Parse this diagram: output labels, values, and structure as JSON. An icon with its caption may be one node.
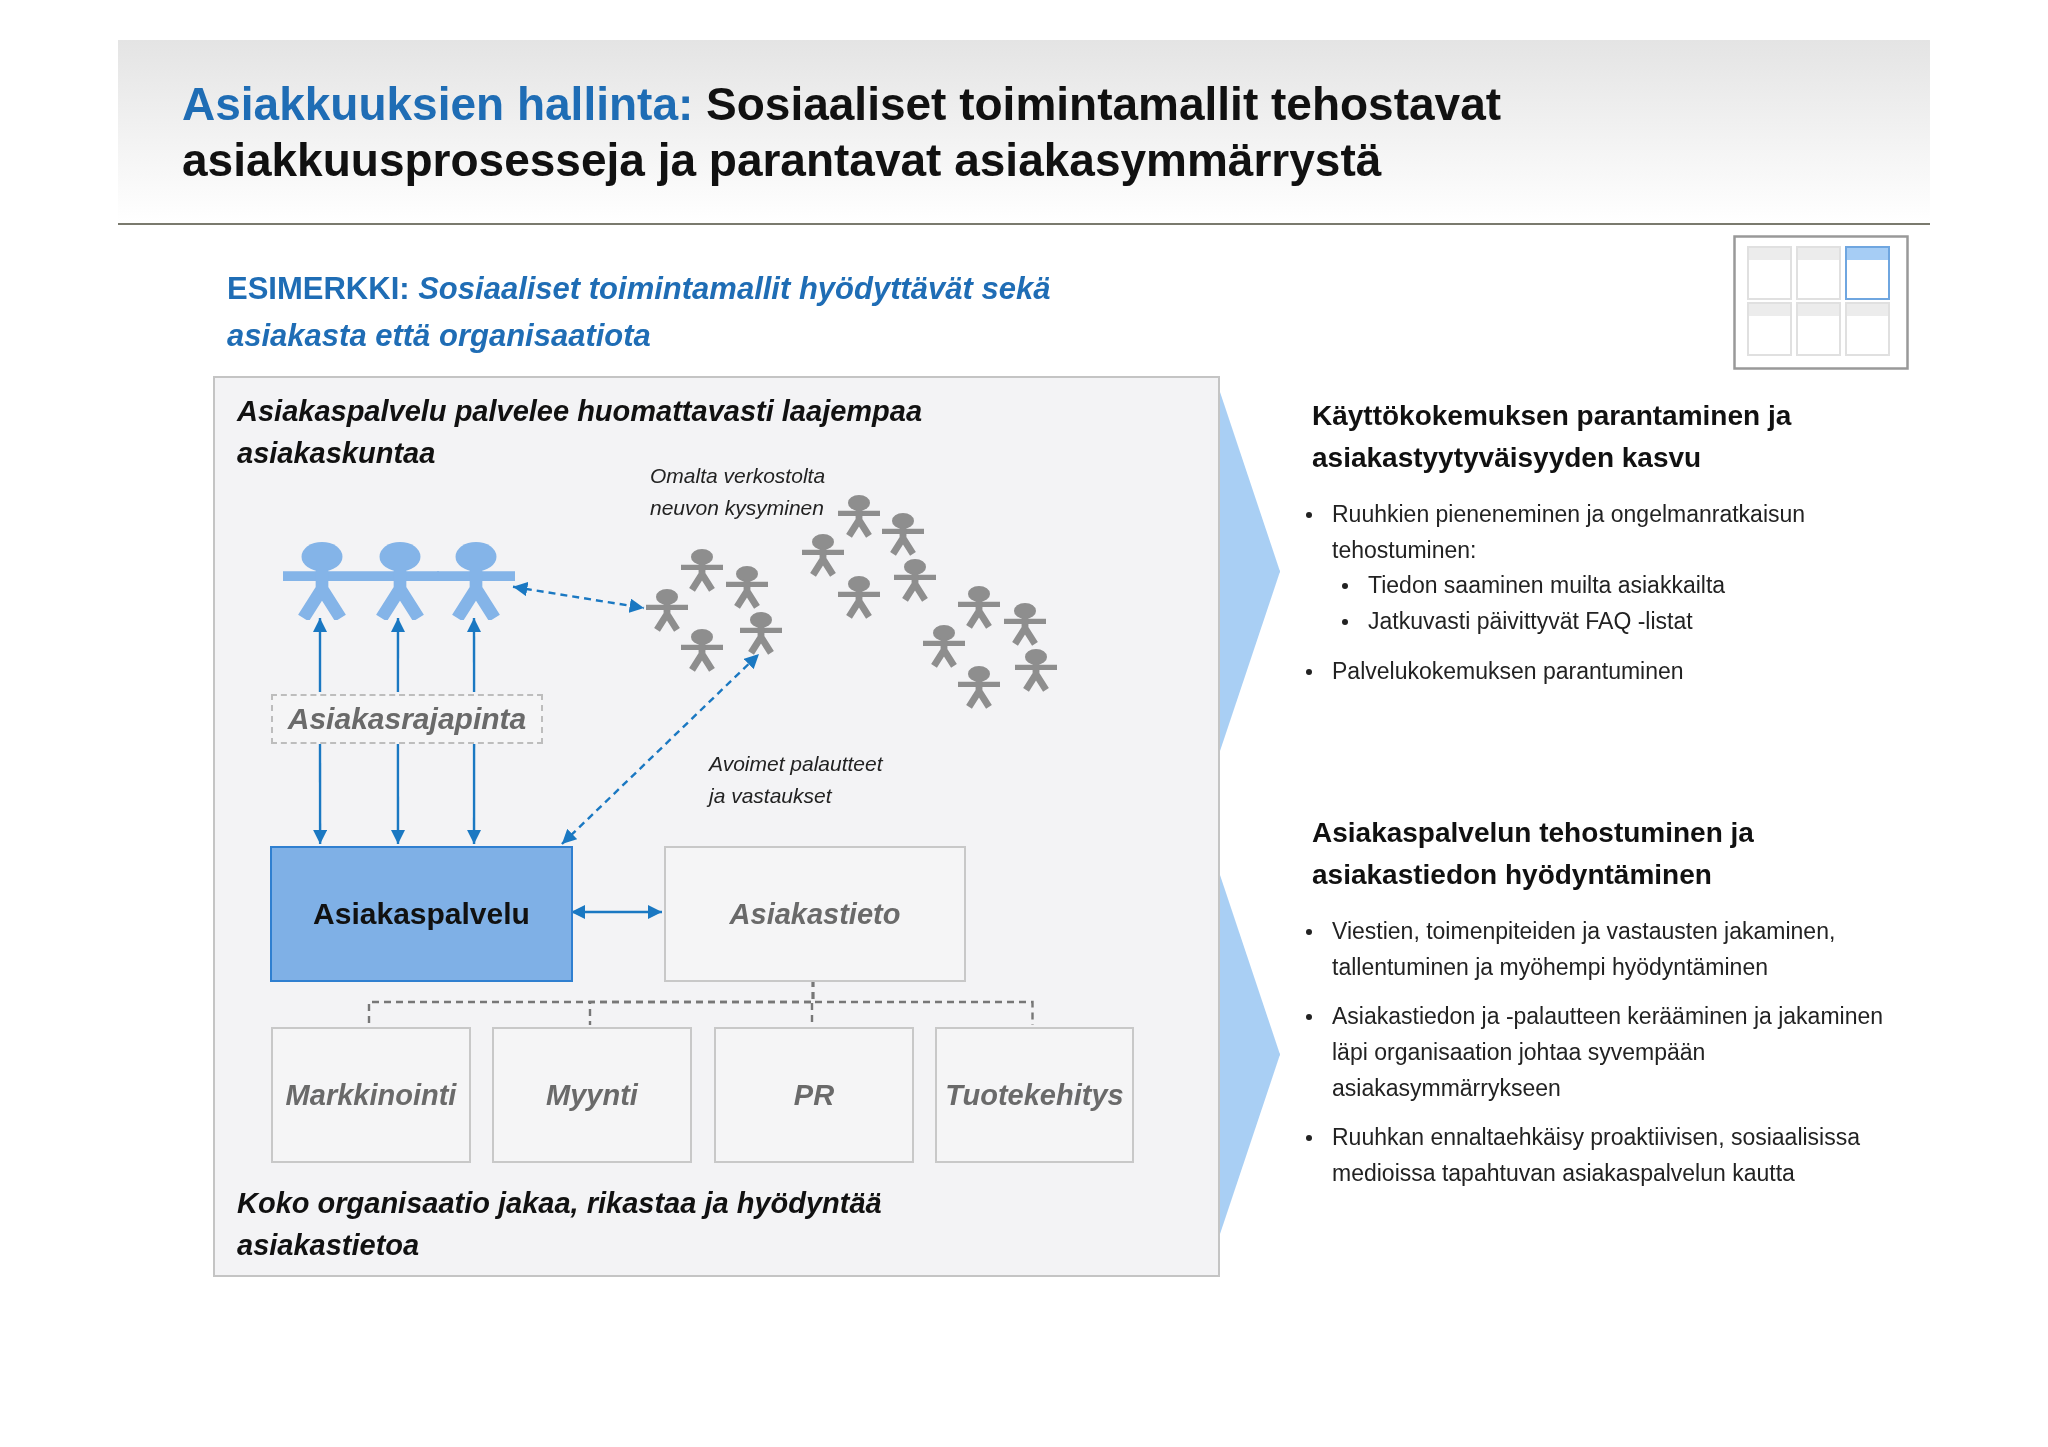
{
  "diagram": {
    "title": "**Asiakkuuksien hallinta:** Sosiaaliset toimintamallit tehostavat asiakkuusprosesseja ja parantavat asiakasymmärrystä",
    "nodes": [
      {
        "text": [
          "Asiakaspalvelu palvelee huomattavasti laajempaa asiakaskuntaa",
          "Koko organisaatio jakaa, rikastaa ja hyödyntää asiakastietoa"
        ]
      },
      {
        "text": [],
        "shape": "person",
        "in": 0
      },
      {
        "text": [],
        "shape": "person",
        "in": 0
      },
      {
        "text": [],
        "shape": "person",
        "in": 0
      },
      {
        "text": [],
        "shape": "person",
        "in": 0
      },
      {
        "text": [],
        "shape": "person",
        "in": 0
      },
      {
        "text": [],
        "shape": "person",
        "in": 0
      },
      {
        "text": [],
        "shape": "person",
        "in": 0
      },
      {
        "text": [],
        "shape": "person",
        "in": 0
      },
      {
        "text": [],
        "shape": "person",
        "in": 0
      },
      {
        "text": [],
        "shape": "person",
        "in": 0
      },
      {
        "text": [],
        "shape": "person",
        "in": 0
      },
      {
        "text": [],
        "shape": "person",
        "in": 0
      },
      {
        "text": [],
        "shape": "person",
        "in": 0
      },
      {
        "text": [],
        "shape": "person",
        "in": 0
      },
      {
        "text": [],
        "shape": "person",
        "in": 0
      },
      {
        "text": [],
        "shape": "person",
        "in": 0
      },
      {
        "text": [],
        "shape": "person",
        "in": 0
      },
      {
        "text": [],
        "shape": "person",
        "in": 0
      },
      {
        "text": [
          "Asiakasrajapinta"
        ],
        "in": 0
      },
      {
        "text": [
          "Asiakaspalvelu"
        ],
        "in": 0
      },
      {
        "text": [
          "Asiakastieto"
        ],
        "in": 0
      },
      {
        "text": [
          "Markkinointi"
        ],
        "in": 0
      },
      {
        "text": [
          "Myynti"
        ],
        "in": 0
      },
      {
        "text": [
          "PR"
        ],
        "in": 0
      },
      {
        "text": [
          "Tuotekehitys"
        ],
        "in": 0
      },
      {
        "text": [
          "Käyttökokemuksen parantaminen ja asiakastyytyväisyyden kasvu",
          "Ruuhkien pieneneminen ja ongelmanratkaisun tehostuminen:",
          "Tiedon saaminen muilta asiakkailta",
          "Jatkuvasti päivittyvät FAQ -listat",
          "Palvelukokemuksen parantuminen"
        ]
      },
      {
        "text": [
          "Asiakaspalvelun tehostuminen ja asiakastiedon hyödyntäminen",
          "Viestien, toimenpiteiden ja vastausten jakaminen, tallentuminen ja myöhempi hyödyntäminen",
          "Asiakastiedon ja -palautteen kerääminen ja jakaminen läpi organisaation johtaa syvempään asiakasymmärrykseen",
          "Ruuhkan ennaltaehkäisy proaktiivisen, sosiaalisissa medioissa tapahtuvan asiakaspalvelun kautta"
        ]
      }
    ],
    "edges": [
      {
        "from": 3,
        "to": 4,
        "arrow": "both",
        "style": "dashed",
        "label": "Omalta verkostolta neuvon kysyminen"
      },
      {
        "from": 20,
        "to": 8,
        "arrow": "both",
        "style": "dashed",
        "label": "Avoimet palautteet ja vastaukset"
      },
      {
        "from": 19,
        "to": 1,
        "arrow": "to"
      },
      {
        "from": 19,
        "to": 2,
        "arrow": "to"
      },
      {
        "from": 19,
        "to": 3,
        "arrow": "to"
      },
      {
        "from": 19,
        "to": 20,
        "arrow": "to"
      },
      {
        "from": 19,
        "to": 20,
        "arrow": "to"
      },
      {
        "from": 19,
        "to": 20,
        "arrow": "to"
      },
      {
        "from": 20,
        "to": 21,
        "arrow": "both"
      },
      {
        "from": 21,
        "to": 22,
        "arrow": "none",
        "style": "dashed",
        "color": "#777777"
      },
      {
        "from": 21,
        "to": 23,
        "arrow": "none",
        "style": "dashed",
        "color": "#777777"
      },
      {
        "from": 21,
        "to": 24,
        "arrow": "none",
        "style": "dashed",
        "color": "#777777"
      },
      {
        "from": 21,
        "to": 25,
        "arrow": "none",
        "style": "dashed",
        "color": "#777777"
      },
      {
        "from": 0,
        "to": 26,
        "arrow": "to",
        "color": "#a9cff4"
      },
      {
        "from": 0,
        "to": 27,
        "arrow": "to",
        "color": "#a9cff4"
      }
    ],
    "labels": [
      "ESIMERKKI: *Sosiaaliset toimintamallit hyödyttävät sekä asiakasta että organisaatiota*"
    ]
  }
}
